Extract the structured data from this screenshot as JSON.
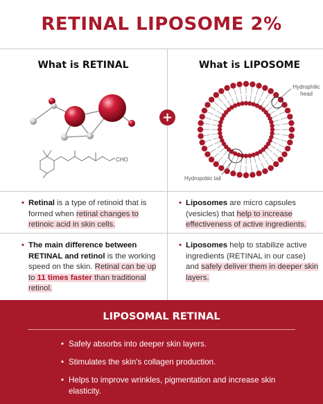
{
  "title": "RETINAL LIPOSOME 2%",
  "left_header": "What is RETINAL",
  "right_header": "What is LIPOSOME",
  "plus_symbol": "+",
  "molecule": {
    "cho_label": "CHO"
  },
  "liposome": {
    "hydrophilic_label_1": "Hydrophilic",
    "hydrophilic_label_2": "head",
    "hydrophobic_label": "Hydropobic tail"
  },
  "left_bullets": {
    "b1": {
      "p1": "Retinal",
      "p2": " is a type of retinoid that is formed when ",
      "p3": "retinal changes to retinoic acid in skin cells."
    },
    "b2": {
      "p1": "The main difference between RETINAL and retinol",
      "p2": " is the working speed  on the skin. ",
      "p3": "Retinal can be up to ",
      "p4": "11 times faster",
      "p5": " than traditional retinol."
    }
  },
  "right_bullets": {
    "b1": {
      "p1": "Liposomes",
      "p2": " are micro capsules (vesicles) that ",
      "p3": "help to increase effectiveness of active ingredients."
    },
    "b2": {
      "p1": "Liposomes",
      "p2": " help to stabilize active ingredients (RETINAL in our case) and ",
      "p3": "safely deliver them in deeper skin layers."
    }
  },
  "bottom": {
    "title": "LIPOSOMAL RETINAL",
    "items": [
      "Safely absorbs into deeper skin layers.",
      "Stimulates the skin's collagen production.",
      "Helps to improve wrinkles, pigmentation and increase skin elasticity."
    ]
  },
  "colors": {
    "accent": "#a8192a",
    "highlight": "#f7d8dc",
    "divider": "#c9c9c9"
  }
}
